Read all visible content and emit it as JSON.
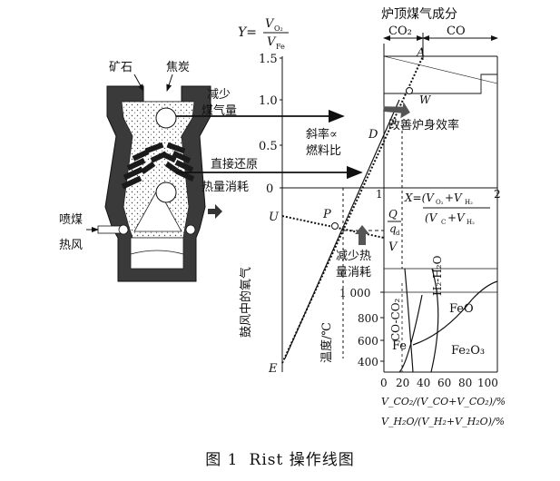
{
  "caption": {
    "figure_no": "图 1",
    "title": "Rist 操作线图"
  },
  "furnace": {
    "ore": "矿石",
    "coke": "焦炭",
    "reduce_gas_line1": "减少",
    "reduce_gas_line2": "煤气量",
    "direct_reduction_line1": "直接还原",
    "direct_reduction_line2": "热量消耗",
    "coal_line1": "喷煤",
    "coal_line2": "热风"
  },
  "diagram": {
    "y_formula_prefix": "Y=",
    "y_formula_num": "V",
    "y_formula_num_sub": "O₂",
    "y_formula_den": "V",
    "y_formula_den_sub": "Fe",
    "y_ticks": [
      "1.5",
      "1.0",
      "0.5",
      "0"
    ],
    "top_gas_title": "炉顶煤气成分",
    "co2_label": "CO₂",
    "co_label": "CO",
    "point_A": "A",
    "point_D": "D",
    "point_W": "W",
    "point_U": "U",
    "point_P": "P",
    "point_E": "E",
    "point_V": "V",
    "slope_line1": "斜率∝",
    "slope_line2": "燃料比",
    "improve_efficiency": "改善炉身效率",
    "reduce_heat_line1": "减少热",
    "reduce_heat_line2": "量消耗",
    "left_axis_label": "鼓风中的氧气",
    "x_tick_1": "1",
    "x_tick_2": "2",
    "q_num": "Q",
    "q_den": "q",
    "q_den_sub": "d",
    "x_formula": "X=(V",
    "x_formula_tail": "+V",
    "x_formula_den": "(V",
    "x_formula_den_tail": "+V",
    "sub_O2": "O₂",
    "sub_H2": "H₂",
    "sub_C": "C",
    "temp_axis_label": "温度/℃",
    "temp_ticks": [
      "1 000",
      "800",
      "600",
      "400"
    ],
    "co_co2_label": "CO-CO₂",
    "h2_h2o_label": "H₂-H₂O",
    "feo_label": "FeO",
    "fe_label": "Fe",
    "fe2o3_label": "Fe₂O₃",
    "pct_ticks": [
      "0",
      "20",
      "40",
      "60",
      "80",
      "100"
    ],
    "xlabel_1": "V_CO₂/(V_CO+V_CO₂)/%",
    "xlabel_2": "V_H₂O/(V_H₂+V_H₂O)/%"
  }
}
